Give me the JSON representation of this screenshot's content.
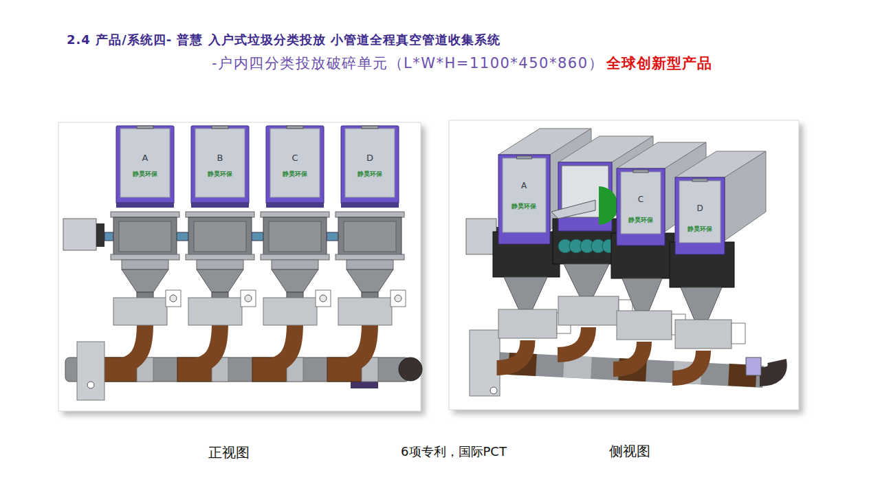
{
  "diagram": {
    "title": "2.4 产品/系统四- 普慧 入户式垃圾分类投放 小管道全程真空管道收集系统",
    "caption": "6项专利，国际PCT",
    "labels": [
      "-户内四分类投放破碎单元（L*W*H=1100*450*860）",
      "全球创新型产品",
      "A",
      "静昊环保",
      "B",
      "静昊环保",
      "C",
      "静昊环保",
      "D",
      "静昊环保",
      "A",
      "静昊环保",
      "C",
      "静昊环保",
      "D",
      "静昊环保",
      "正视图",
      "侧视图"
    ]
  }
}
